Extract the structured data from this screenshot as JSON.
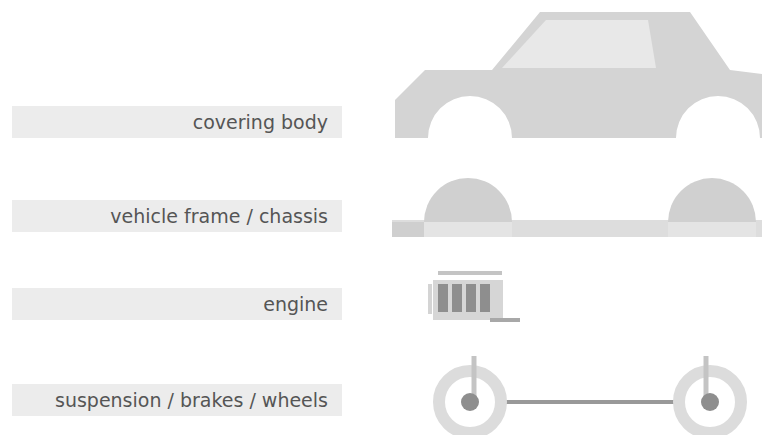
{
  "diagram": {
    "nodes": [
      {
        "text": [
          "covering body"
        ]
      },
      {
        "text": [
          "vehicle frame / chassis"
        ]
      },
      {
        "text": [
          "engine"
        ]
      },
      {
        "text": [
          "suspension / brakes / wheels"
        ]
      }
    ]
  }
}
